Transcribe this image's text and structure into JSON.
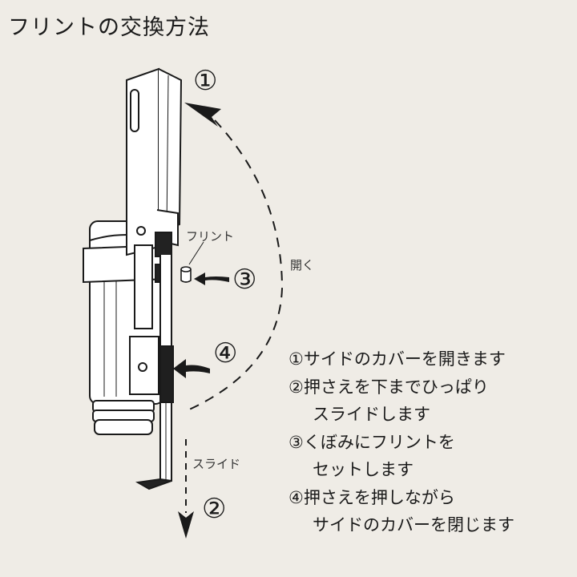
{
  "title": "フリントの交換方法",
  "labels": {
    "flint": "フリント",
    "open": "開く",
    "slide": "スライド"
  },
  "markers": {
    "m1": "①",
    "m2": "②",
    "m3": "③",
    "m4": "④"
  },
  "steps": [
    {
      "lines": [
        "①サイドのカバーを開きます"
      ]
    },
    {
      "lines": [
        "②押さえを下までひっぱり",
        "スライドします"
      ]
    },
    {
      "lines": [
        "③くぼみにフリントを",
        "セットします"
      ]
    },
    {
      "lines": [
        "④押さえを押しながら",
        "サイドのカバーを閉じます"
      ]
    }
  ],
  "colors": {
    "background": "#efece6",
    "line": "#1a1a1a",
    "part_fill": "#ffffff"
  }
}
